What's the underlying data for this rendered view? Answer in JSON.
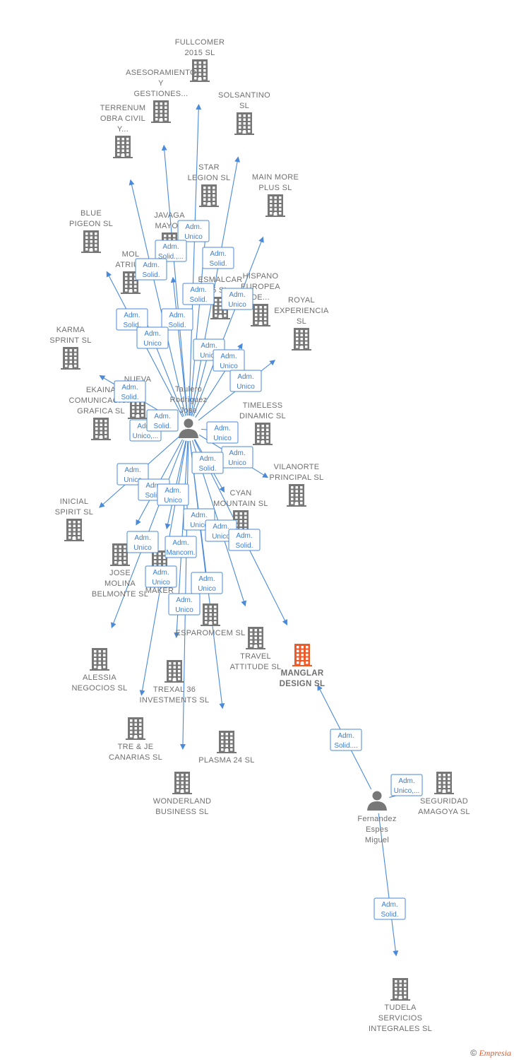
{
  "colors": {
    "edge": "#4a8ad8",
    "building": "#777777",
    "highlight": "#f05a28",
    "person": "#777777"
  },
  "persons": [
    {
      "id": "p1",
      "lines": [
        "Taulero",
        "Rodriguez",
        "Jose"
      ]
    },
    {
      "id": "p2",
      "lines": [
        "Fernandez",
        "Espes",
        "Miguel"
      ]
    }
  ],
  "companies": [
    {
      "id": "fullcomer",
      "lines": [
        "FULLCOMER",
        "2015  SL"
      ]
    },
    {
      "id": "asesoramiento",
      "lines": [
        "ASESORAMIENTO",
        "Y",
        "GESTIONES..."
      ]
    },
    {
      "id": "solsantino",
      "lines": [
        "SOLSANTINO",
        "SL"
      ]
    },
    {
      "id": "terrenum",
      "lines": [
        "TERRENUM",
        "OBRA CIVIL",
        "Y..."
      ]
    },
    {
      "id": "star",
      "lines": [
        "STAR",
        "LEGION  SL"
      ]
    },
    {
      "id": "mainmore",
      "lines": [
        "MAIN MORE",
        "PLUS  SL"
      ]
    },
    {
      "id": "bluepigeon",
      "lines": [
        "BLUE",
        "PIGEON  SL"
      ]
    },
    {
      "id": "javaga",
      "lines": [
        "JAVAGA",
        "MAYOR"
      ]
    },
    {
      "id": "molatrium",
      "lines": [
        "MOL",
        "ATRIUM"
      ]
    },
    {
      "id": "esmalcar",
      "lines": [
        "ESMALCAR",
        "5  SL"
      ]
    },
    {
      "id": "hispano",
      "lines": [
        "HISPANO",
        "EUROPEA",
        "DE..."
      ]
    },
    {
      "id": "royal",
      "lines": [
        "ROYAL",
        "EXPERIENCIA",
        "SL"
      ]
    },
    {
      "id": "karma",
      "lines": [
        "KARMA",
        "SPRINT  SL"
      ]
    },
    {
      "id": "nueva",
      "lines": [
        "NUEVA",
        "SL"
      ]
    },
    {
      "id": "ekaina",
      "lines": [
        "EKAINA",
        "COMUNICACION",
        "GRAFICA  SL"
      ]
    },
    {
      "id": "timeless",
      "lines": [
        "TIMELESS",
        "DINAMIC  SL"
      ]
    },
    {
      "id": "vilanorte",
      "lines": [
        "VILANORTE",
        "PRINCIPAL  SL"
      ]
    },
    {
      "id": "inicial",
      "lines": [
        "INICIAL",
        "SPIRIT  SL"
      ]
    },
    {
      "id": "cyan",
      "lines": [
        "CYAN",
        "MOUNTAIN  SL"
      ]
    },
    {
      "id": "josemolina",
      "lines": [
        "JOSE",
        "MOLINA",
        "BELMONTE SL"
      ]
    },
    {
      "id": "rmaker",
      "lines": [
        "R",
        "MAKER"
      ]
    },
    {
      "id": "esparomcem",
      "lines": [
        "ESPAROMCEM SL"
      ]
    },
    {
      "id": "travel",
      "lines": [
        "TRAVEL",
        "ATTITUDE  SL"
      ]
    },
    {
      "id": "manglar",
      "lines": [
        "MANGLAR",
        "DESIGN  SL"
      ],
      "main": true
    },
    {
      "id": "alessia",
      "lines": [
        "ALESSIA",
        "NEGOCIOS  SL"
      ]
    },
    {
      "id": "trexal",
      "lines": [
        "TREXAL 36",
        "INVESTMENTS SL"
      ]
    },
    {
      "id": "treje",
      "lines": [
        "TRE & JE",
        "CANARIAS  SL"
      ]
    },
    {
      "id": "plasma",
      "lines": [
        "PLASMA 24 SL"
      ]
    },
    {
      "id": "wonderland",
      "lines": [
        "WONDERLAND",
        "BUSINESS  SL"
      ]
    },
    {
      "id": "seguridad",
      "lines": [
        "SEGURIDAD",
        "AMAGOYA  SL"
      ]
    },
    {
      "id": "tudela",
      "lines": [
        "TUDELA",
        "SERVICIOS",
        "INTEGRALES SL"
      ]
    }
  ],
  "relations": [
    {
      "from": "p1",
      "to": "fullcomer",
      "label": [
        "Adm.",
        "Unico"
      ]
    },
    {
      "from": "p1",
      "to": "asesoramiento",
      "label": [
        "Adm.",
        "Solid.,..."
      ]
    },
    {
      "from": "p1",
      "to": "solsantino",
      "label": [
        "Adm.",
        "Solid."
      ]
    },
    {
      "from": "p1",
      "to": "terrenum",
      "label": [
        "Adm.",
        "Solid."
      ]
    },
    {
      "from": "p1",
      "to": "star",
      "label": [
        "Adm.",
        "Solid."
      ]
    },
    {
      "from": "p1",
      "to": "mainmore",
      "label": [
        "Adm.",
        "Unico"
      ]
    },
    {
      "from": "p1",
      "to": "bluepigeon",
      "label": [
        "Adm.",
        "Solid."
      ]
    },
    {
      "from": "p1",
      "to": "javaga",
      "label": [
        "Adm.",
        "Solid."
      ]
    },
    {
      "from": "p1",
      "to": "molatrium",
      "label": [
        "Adm.",
        "Unico"
      ]
    },
    {
      "from": "p1",
      "to": "esmalcar",
      "label": [
        "Adm.",
        "Unico"
      ]
    },
    {
      "from": "p1",
      "to": "hispano",
      "label": [
        "Adm.",
        "Unico"
      ]
    },
    {
      "from": "p1",
      "to": "royal",
      "label": [
        "Adm.",
        "Unico"
      ]
    },
    {
      "from": "p1",
      "to": "karma",
      "label": [
        "Adm.",
        "Solid."
      ]
    },
    {
      "from": "p1",
      "to": "nueva",
      "label": [
        "Adm.",
        "Unico,..."
      ]
    },
    {
      "from": "p1",
      "to": "ekaina",
      "label": [
        "Adm.",
        "Solid."
      ]
    },
    {
      "from": "p1",
      "to": "timeless",
      "label": [
        "Adm.",
        "Unico"
      ]
    },
    {
      "from": "p1",
      "to": "vilanorte",
      "label": [
        "Adm.",
        "Unico"
      ]
    },
    {
      "from": "p1",
      "to": "inicial",
      "label": [
        "Adm.",
        "Unico"
      ]
    },
    {
      "from": "p1",
      "to": "cyan",
      "label": [
        "Adm.",
        "Solid."
      ]
    },
    {
      "from": "p1",
      "to": "josemolina",
      "label": [
        "Adm.",
        "Solid."
      ]
    },
    {
      "from": "p1",
      "to": "rmaker",
      "label": [
        "Adm.",
        "Unico"
      ]
    },
    {
      "from": "p1",
      "to": "esparomcem",
      "label": [
        "Adm.",
        "Unico"
      ]
    },
    {
      "from": "p1",
      "to": "travel",
      "label": [
        "Adm.",
        "Unico"
      ]
    },
    {
      "from": "p1",
      "to": "manglar",
      "label": [
        "Adm.",
        "Solid."
      ]
    },
    {
      "from": "p1",
      "to": "alessia",
      "label": [
        "Adm.",
        "Unico"
      ]
    },
    {
      "from": "p1",
      "to": "trexal",
      "label": [
        "Adm.",
        "Mancom."
      ]
    },
    {
      "from": "p1",
      "to": "treje",
      "label": [
        "Adm.",
        "Unico"
      ]
    },
    {
      "from": "p1",
      "to": "plasma",
      "label": [
        "Adm.",
        "Unico"
      ]
    },
    {
      "from": "p1",
      "to": "wonderland",
      "label": [
        "Adm.",
        "Unico"
      ]
    },
    {
      "from": "p2",
      "to": "manglar",
      "label": [
        "Adm.",
        "Solid...."
      ]
    },
    {
      "from": "p2",
      "to": "seguridad",
      "label": [
        "Adm.",
        "Unico,..."
      ]
    },
    {
      "from": "p2",
      "to": "tudela",
      "label": [
        "Adm.",
        "Solid."
      ]
    }
  ],
  "footer": {
    "copyright": "©",
    "brand": "Empresia"
  }
}
